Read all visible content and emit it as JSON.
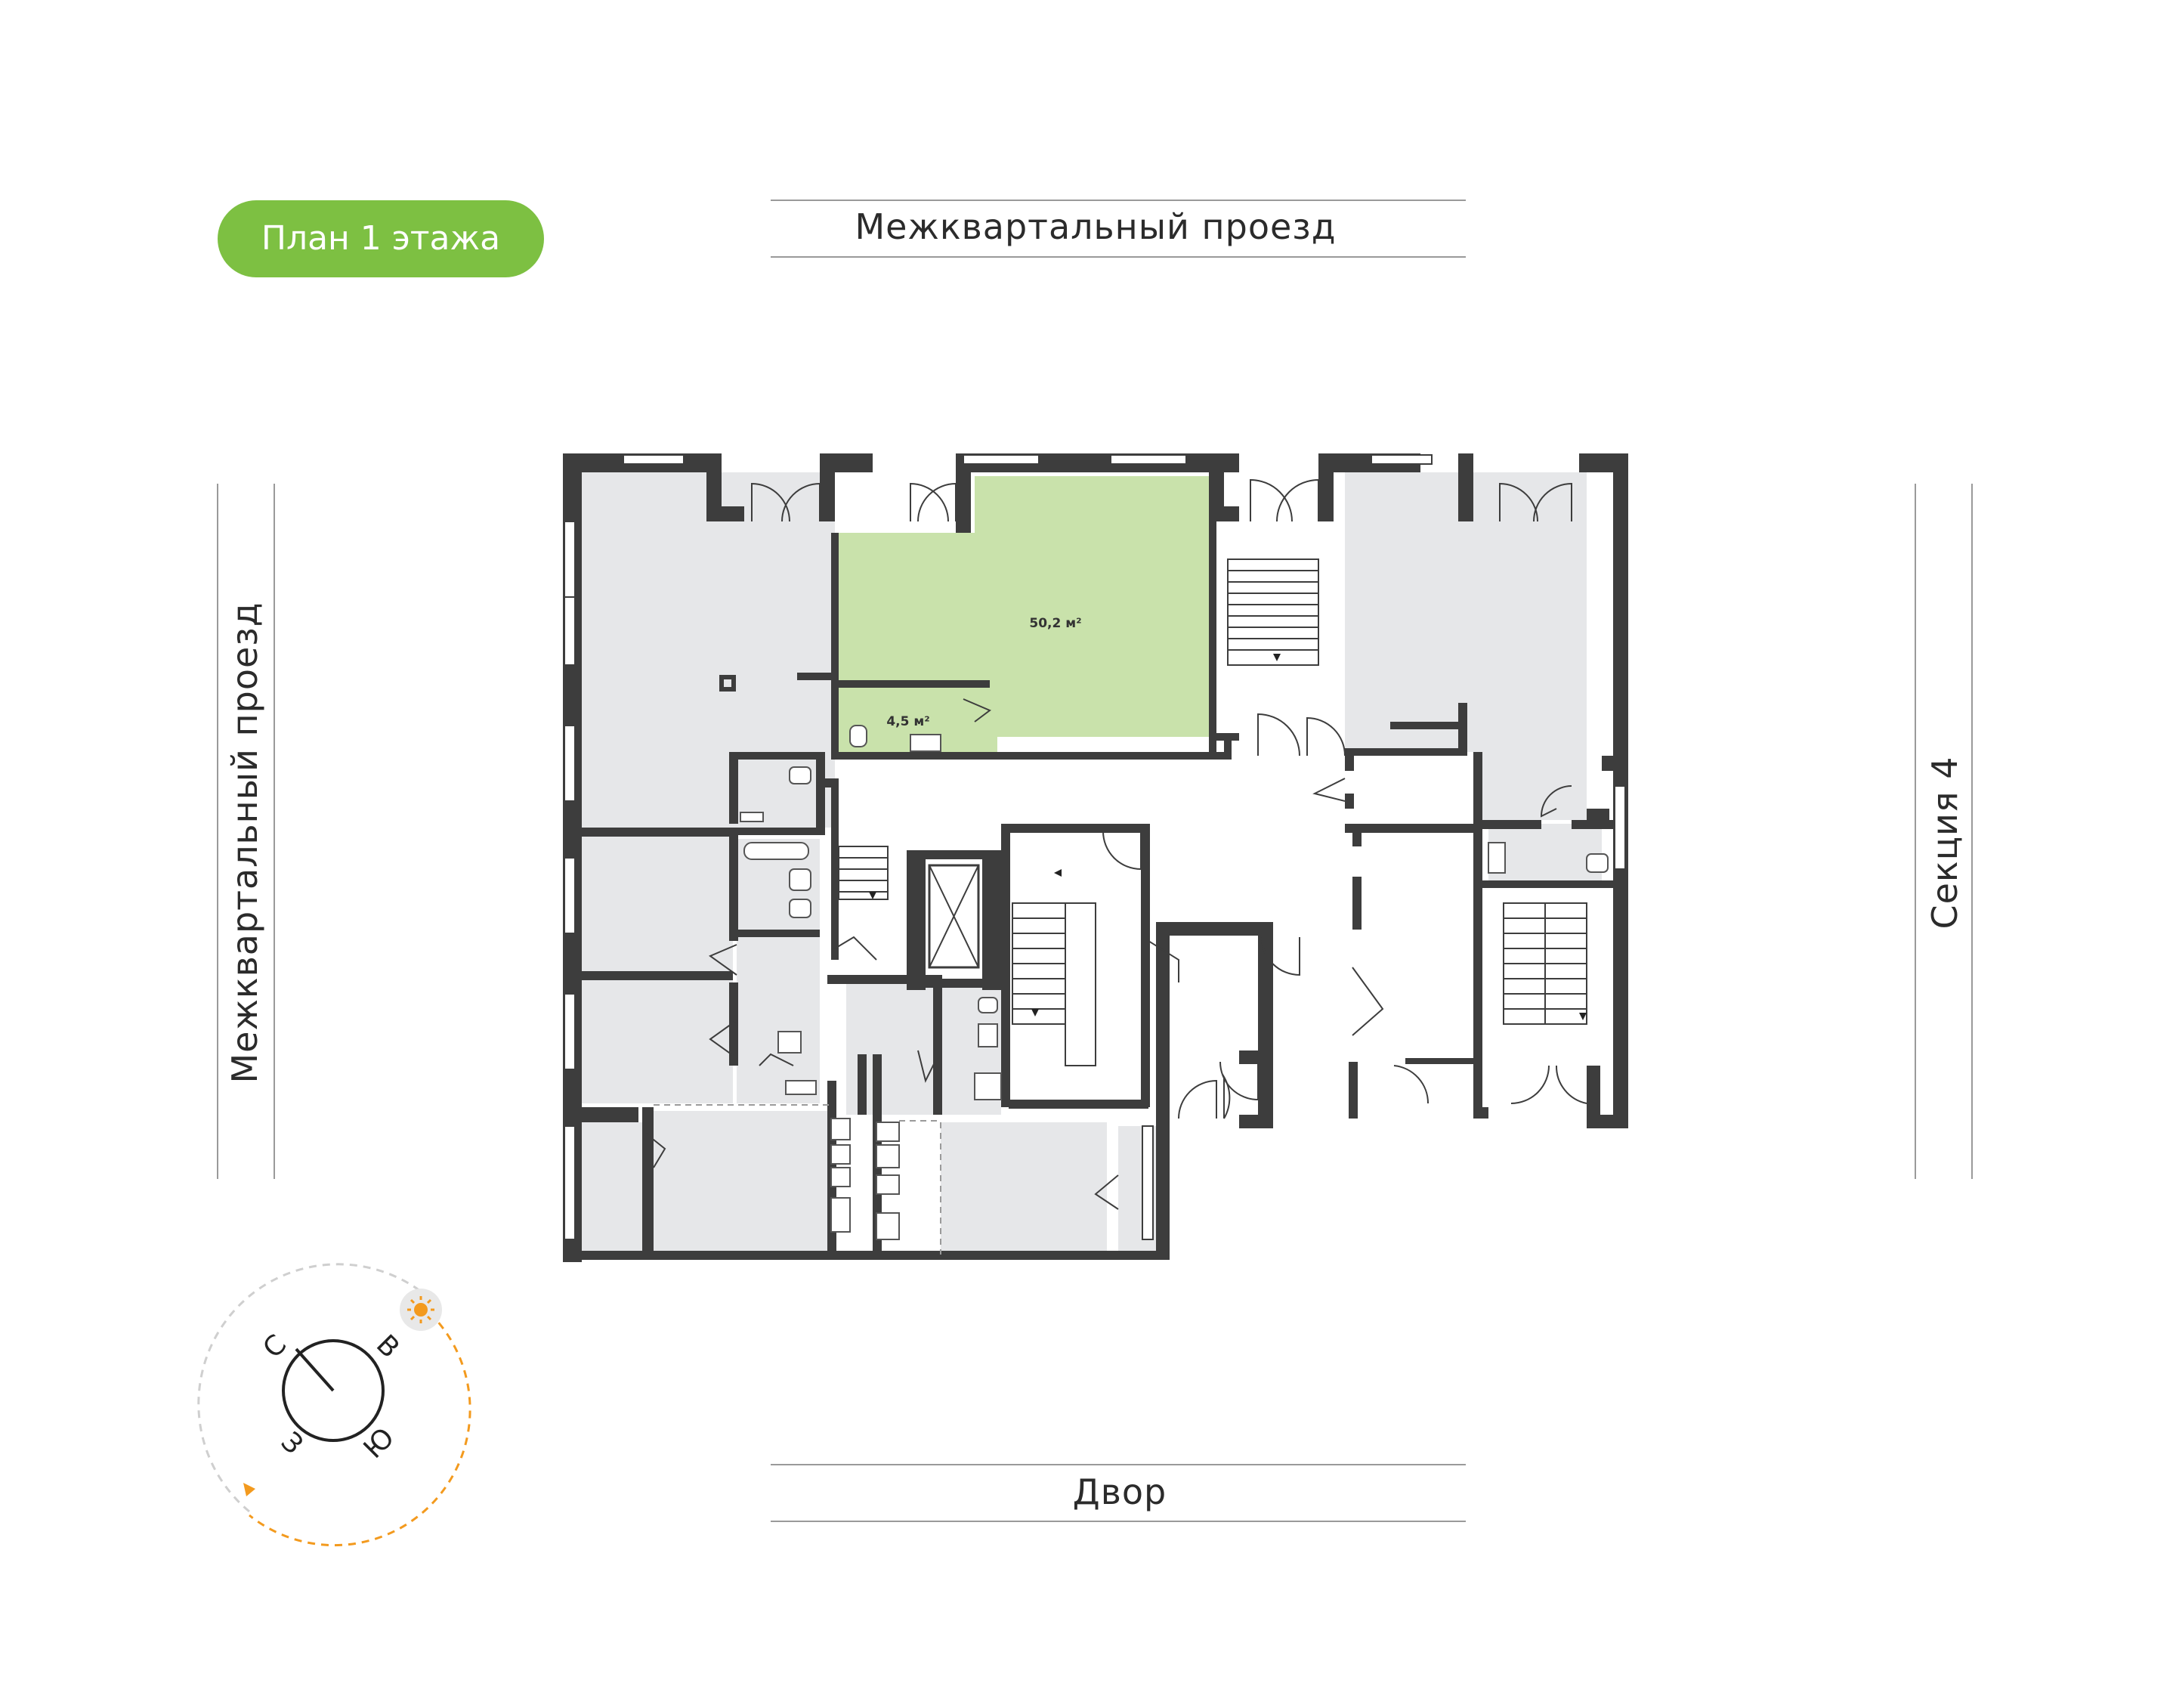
{
  "badge": {
    "label": "План 1 этажа",
    "color": "#7dc042"
  },
  "streets": {
    "top": "Межквартальный проезд",
    "left": "Межквартальный проезд",
    "right": "Секция 4",
    "bottom": "Двор"
  },
  "rooms": {
    "main_area": "50,2 м²",
    "bath_area": "4,5 м²"
  },
  "compass": {
    "north": "С",
    "east": "В",
    "south": "Ю",
    "west": "З",
    "sun_icon": "sun-icon"
  },
  "colors": {
    "highlight": "#c9e2ab",
    "wall": "#3d3d3d",
    "room": "#e6e7e9",
    "sun": "#f39a1e"
  }
}
